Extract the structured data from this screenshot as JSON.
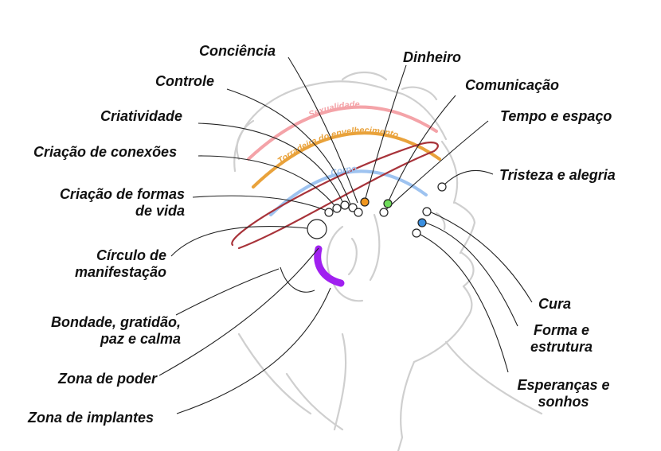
{
  "colors": {
    "sexualidade": "#f4a3a8",
    "torradeira": "#e9a23b",
    "corpo": "#9ec3f0",
    "crimson_arc": "#a8333a",
    "purple_zone": "#a020f0",
    "orange_dot": "#f0961e",
    "green_dot": "#6fdc5a",
    "blue_dot": "#3a8fe0",
    "sketch": "#cfcfcf",
    "leader": "#222222"
  },
  "arcs": {
    "sexualidade": "Sexualidade",
    "torradeira": "Torradeira do envelhecimento",
    "corpo": "Corpo"
  },
  "labels": {
    "conciencia": "Conciência",
    "dinheiro": "Dinheiro",
    "controle": "Controle",
    "comunicacao": "Comunicação",
    "criatividade": "Criatividade",
    "tempo_espaco": "Tempo e espaço",
    "criacao_conexoes": "Criação de conexões",
    "tristeza_alegria": "Tristeza e alegria",
    "criacao_formas_1": "Criação de formas",
    "criacao_formas_2": "de vida",
    "circulo_1": "Círculo de",
    "circulo_2": "manifestação",
    "cura": "Cura",
    "forma_1": "Forma e",
    "forma_2": "estrutura",
    "bondade_1": "Bondade, gratidão,",
    "bondade_2": "paz e calma",
    "esperancas_1": "Esperanças e",
    "esperancas_2": "sonhos",
    "zona_poder": "Zona de poder",
    "zona_implantes": "Zona de implantes"
  }
}
